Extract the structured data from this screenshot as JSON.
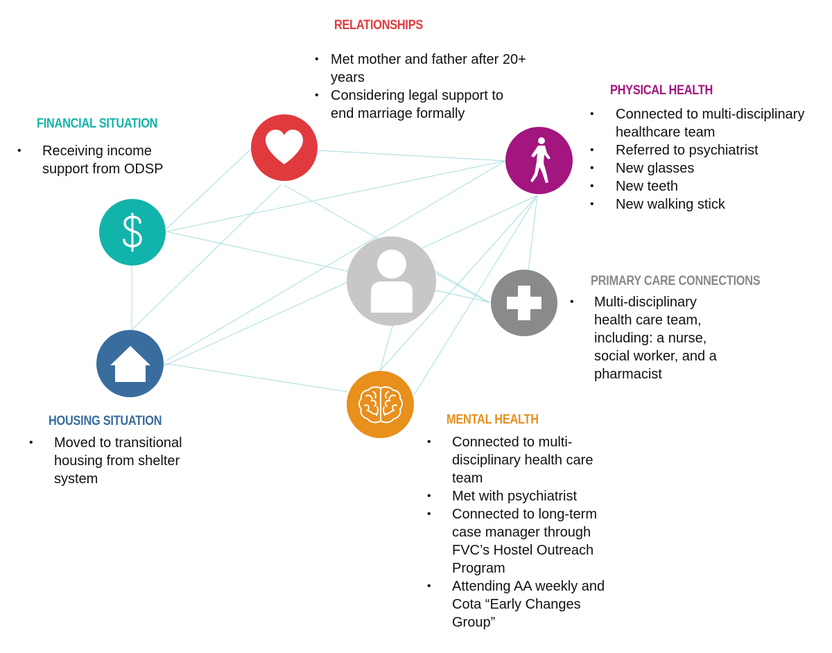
{
  "colors": {
    "relationships": "#e03a3e",
    "physical_health": "#a3157f",
    "financial": "#12b3aa",
    "primary_care": "#8a8a8a",
    "housing": "#386d9e",
    "mental_health": "#e88f1c",
    "person": "#c8c6c6",
    "line": "#a6dcdf"
  },
  "nodes": {
    "relationships": {
      "icon": "heart-icon"
    },
    "physical_health": {
      "icon": "running-person-icon"
    },
    "financial": {
      "icon": "dollar-icon"
    },
    "person": {
      "icon": "person-icon"
    },
    "primary_care": {
      "icon": "medical-cross-icon"
    },
    "housing": {
      "icon": "house-icon"
    },
    "mental_health": {
      "icon": "brain-icon"
    }
  },
  "sections": {
    "relationships": {
      "title": "RELATIONSHIPS",
      "items": [
        "Met mother and father after 20+ years",
        "Considering legal support to end marriage formally"
      ]
    },
    "physical_health": {
      "title": "PHYSICAL HEALTH",
      "items": [
        "Connected to multi-disciplinary healthcare team",
        "Referred to psychiatrist",
        "New glasses",
        "New teeth",
        "New walking stick"
      ]
    },
    "financial": {
      "title": "FINANCIAL SITUATION",
      "items": [
        "Receiving income support from ODSP"
      ]
    },
    "primary_care": {
      "title": "PRIMARY CARE CONNECTIONS",
      "items": [
        "Multi-disciplinary health care team, including: a nurse, social worker, and a pharmacist"
      ]
    },
    "housing": {
      "title": "HOUSING SITUATION",
      "items": [
        "Moved to transitional housing from shelter system"
      ]
    },
    "mental_health": {
      "title": "MENTAL HEALTH",
      "items": [
        "Connected to multi-disciplinary health care team",
        "Met with psychiatrist",
        "Connected to long-term case manager through FVC’s Hostel Outreach Program",
        "Attending AA weekly and Cota “Early Changes Group”"
      ]
    }
  },
  "bullet_char": "•"
}
